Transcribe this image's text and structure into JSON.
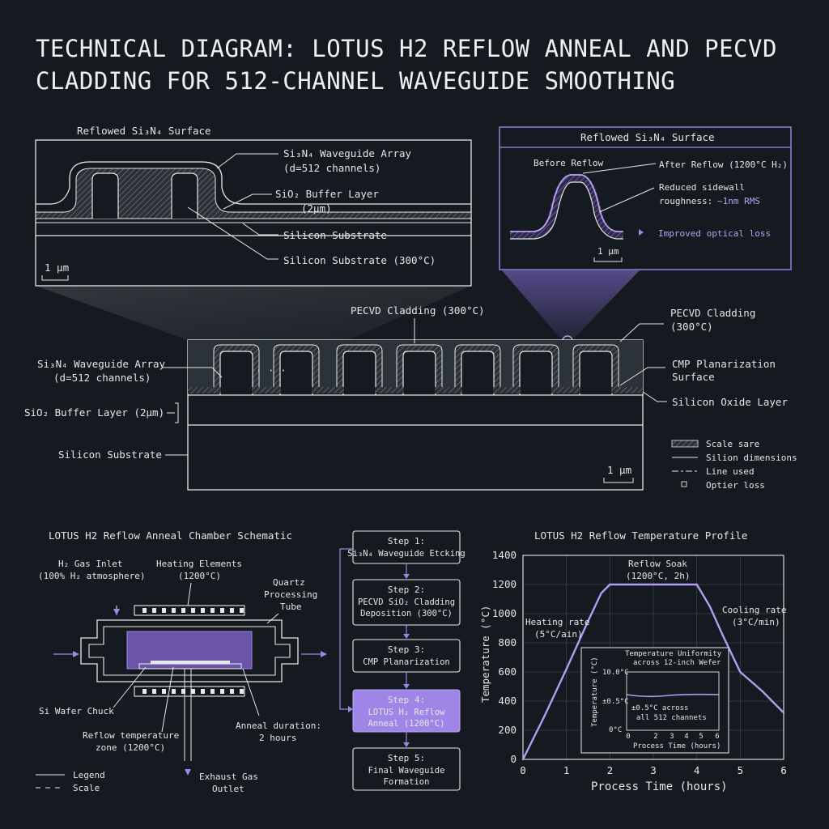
{
  "title": {
    "line1": "TECHNICAL DIAGRAM: LOTUS H2 REFLOW ANNEAL AND PECVD",
    "line2": "CLADDING FOR 512-CHANNEL WAVEGUIDE SMOOTHING"
  },
  "colors": {
    "background": "#141a1f",
    "line": "#e6e9ea",
    "accent": "#9f86e6",
    "accent_fill": "#6a55a8",
    "accent_text": "#b9a3f0"
  },
  "inset_left": {
    "title": "Reflowed Si₃N₄ Surface",
    "labels": {
      "waveguide_array_1": "Si₃N₄ Waveguide Array",
      "waveguide_array_2": "(d=512 channels)",
      "buffer_1": "SiO₂ Buffer Layer",
      "buffer_2": "(2μm)",
      "substrate": "Silicon Substrate",
      "substrate_temp": "Silicon Substrate (300°C)"
    },
    "scale": "1 μm"
  },
  "inset_right": {
    "title": "Reflowed Si₃N₄ Surface",
    "before": "Before Reflow",
    "after": "After Reflow (1200°C H₂)",
    "roughness_1": "Reduced sidewall",
    "roughness_2": "roughness:",
    "roughness_value": "~1nm RMS",
    "loss": "Improved optical loss",
    "scale": "1 μm"
  },
  "main_cross_section": {
    "top_label": "PECVD Cladding (300°C)",
    "ellipsis": "· · ·",
    "left_labels": {
      "array_1": "Si₃N₄ Waveguide Array",
      "array_2": "(d=512 channels)",
      "buffer": "SiO₂ Buffer Layer (2μm)",
      "substrate": "Silicon Substrate"
    },
    "right_labels": {
      "cladding_1": "PECVD Cladding",
      "cladding_2": "(300°C)",
      "cmp_1": "CMP Planarization",
      "cmp_2": "Surface",
      "oxide": "Silicon Oxide Layer"
    },
    "scale": "1 μm",
    "legend": [
      "Scale sare",
      "Silion dimensions",
      "Line used",
      "Optier loss"
    ]
  },
  "chamber": {
    "title": "LOTUS H2 Reflow Anneal Chamber Schematic",
    "gas_inlet_1": "H₂ Gas Inlet",
    "gas_inlet_2": "(100% H₂ atmosphere)",
    "heating_1": "Heating Elements",
    "heating_2": "(1200°C)",
    "tube_1": "Quartz",
    "tube_2": "Processing",
    "tube_3": "Tube",
    "chuck": "Si Wafer Chuck",
    "zone_1": "Reflow temperature",
    "zone_2": "zone (1200°C)",
    "duration_1": "Anneal duration:",
    "duration_2": "2 hours",
    "exhaust_1": "Exhaust Gas",
    "exhaust_2": "Outlet",
    "legend_line": "Legend",
    "legend_dash": "Scale"
  },
  "steps": [
    {
      "title": "Step 1:",
      "lines": [
        "Si₃N₄ Waveguide Etcking"
      ],
      "active": false
    },
    {
      "title": "Step 2:",
      "lines": [
        "PECVD SiO₂ Cladding",
        "Deposition (300°C)"
      ],
      "active": false
    },
    {
      "title": "Step 3:",
      "lines": [
        "CMP Planarization"
      ],
      "active": false
    },
    {
      "title": "Step 4:",
      "lines": [
        "LOTUS H₂ Reflow",
        "Anneal (1200°C)"
      ],
      "active": true
    },
    {
      "title": "Step 5:",
      "lines": [
        "Final Waveguide",
        "Formation"
      ],
      "active": false
    }
  ],
  "chart_data": {
    "type": "line",
    "title": "LOTUS H2 Reflow Temperature Profile",
    "xlabel": "Process Time (hours)",
    "ylabel": "Temperature (°C)",
    "xlim": [
      0,
      6
    ],
    "ylim": [
      0,
      1400
    ],
    "xticks": [
      0,
      1,
      2,
      3,
      4,
      5,
      6
    ],
    "yticks": [
      0,
      200,
      400,
      600,
      800,
      1000,
      1200,
      1400
    ],
    "grid": true,
    "series": [
      {
        "x": [
          0,
          0.5,
          1.0,
          1.5,
          1.8,
          2.0,
          4.0,
          4.3,
          4.6,
          5.0,
          5.5,
          6.0
        ],
        "y": [
          0,
          300,
          620,
          950,
          1140,
          1200,
          1200,
          1050,
          850,
          600,
          470,
          320
        ]
      }
    ],
    "annotations": {
      "soak_1": "Reflow Soak",
      "soak_2": "(1200°C, 2h)",
      "heating_1": "Heating rate",
      "heating_2": "(5°C/ain)",
      "cooling_1": "Cooling rate",
      "cooling_2": "(3°C/min)"
    },
    "inset": {
      "title_1": "Temperature Uniformity",
      "title_2": "across 12-inch Wefer",
      "ylabel": "Temperature (°C)",
      "xlabel": "Process Time (hours)",
      "yticks": [
        "10.0°C",
        "±0.5°C",
        "0°C"
      ],
      "xticks": [
        "0",
        "2",
        "3",
        "4",
        "5",
        "6"
      ],
      "note_1": "±0.5°C across",
      "note_2": "all 512 channets"
    }
  }
}
